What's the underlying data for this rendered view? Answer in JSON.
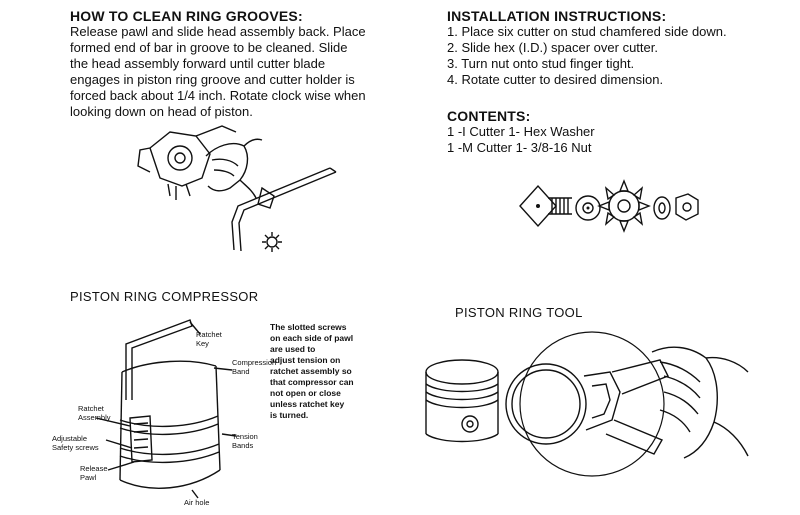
{
  "clean": {
    "title": "HOW TO CLEAN RING GROOVES:",
    "lines": [
      "Release pawl and slide head assembly back. Place",
      "formed end of bar in groove to be cleaned. Slide",
      "the head assembly forward until cutter blade",
      "engages in piston ring groove and cutter holder is",
      "forced back about 1/4 inch. Rotate clock wise when",
      "looking down on head of piston."
    ]
  },
  "install": {
    "title": "INSTALLATION INSTRUCTIONS:",
    "steps": [
      "1. Place six cutter on stud chamfered side down.",
      "2. Slide hex (I.D.) spacer over cutter.",
      "3. Turn nut onto stud finger tight.",
      "4. Rotate cutter to desired dimension."
    ]
  },
  "contents": {
    "title": "CONTENTS:",
    "lines": [
      "1 -I Cutter  1- Hex Washer",
      "1 -M Cutter  1- 3/8-16 Nut"
    ]
  },
  "compressor": {
    "title": "PISTON RING COMPRESSOR",
    "labels": {
      "ratchet_key": "Ratchet\nKey",
      "compression_band": "Compression\nBand",
      "ratchet_assembly": "Ratchet\nAssembly",
      "adjustable_screws": "Adjustable\nSafety screws",
      "tension_bands": "Tension\nBands",
      "release_pawl": "Release\nPawl",
      "air_hole": "Air hole"
    },
    "note": [
      "The slotted screws",
      "on each side of pawl",
      "are used to",
      "adjust tension on",
      "ratchet assembly so",
      "that compressor can",
      "not open or close",
      "unless ratchet key",
      "is turned."
    ]
  },
  "ring_tool": {
    "title": "PISTON RING TOOL"
  }
}
